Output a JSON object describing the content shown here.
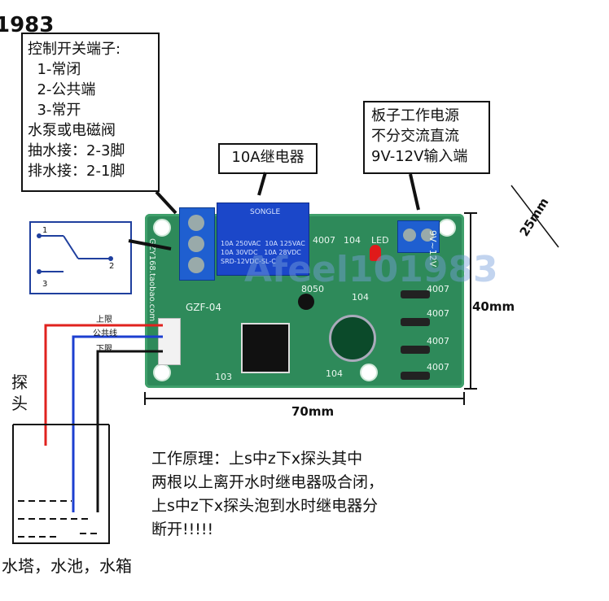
{
  "watermark": {
    "corner": "1983",
    "center": "Afeel101983"
  },
  "terminal_note": {
    "lines": [
      "控制开关端子:",
      "  1-常闭",
      "  2-公共端",
      "  3-常开",
      "水泵或电磁阀",
      "抽水接：2-3脚",
      "排水接：2-1脚"
    ]
  },
  "relay_label": "10A继电器",
  "power_note": {
    "lines": [
      "板子工作电源",
      "不分交流直流",
      "9V-12V输入端"
    ]
  },
  "switch_diagram": {
    "pin1": "1",
    "pin2": "2",
    "pin3": "3"
  },
  "wires": {
    "upper": "上限",
    "common": "公共线",
    "lower": "下限"
  },
  "probe_label": [
    "探",
    "头"
  ],
  "tank_caption": "水塔，水池，水箱",
  "dimensions": {
    "width": "70mm",
    "height": "40mm",
    "depth": "25mm"
  },
  "pcb": {
    "model": "GZF-04",
    "site": "GZY168.taobao.com",
    "relay_brand": "SONGLE",
    "relay_specs": [
      "10A 250VAC  10A 125VAC",
      "10A 30VDC   10A 28VDC",
      "SRD-12VDC-SL-C"
    ],
    "parts": [
      "4007",
      "104",
      "LED",
      "8050",
      "104",
      "4007",
      "4007",
      "4007",
      "4007",
      "103",
      "104"
    ],
    "power_mark": "9V~12V"
  },
  "principle": {
    "lines": [
      "工作原理：上s中z下x探头其中",
      "两根以上离开水时继电器吸合闭，",
      "上s中z下x探头泡到水时继电器分",
      "断开!!!!!"
    ]
  },
  "colors": {
    "pcb": "#2e8a5a",
    "wire_red": "#e0221e",
    "wire_blue": "#1c3fd0",
    "diagram_blue": "#1f3f9e"
  }
}
